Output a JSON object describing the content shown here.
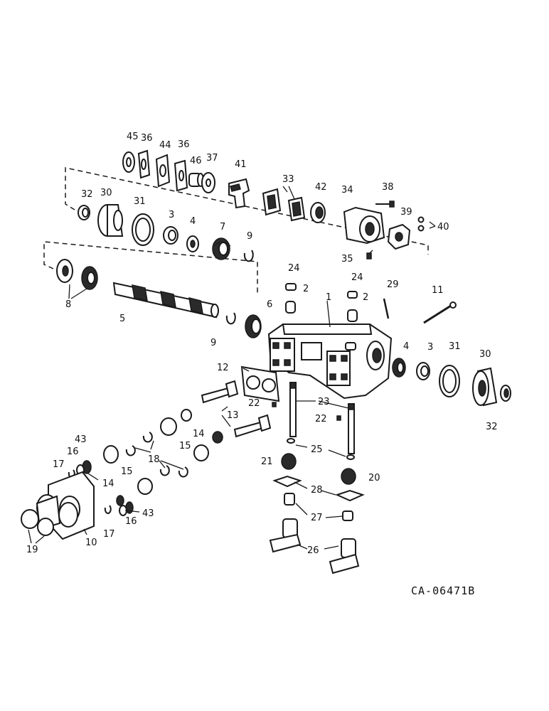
{
  "drawing_id": "CA-06471B",
  "callouts": [
    {
      "id": "c-45",
      "text": "45"
    },
    {
      "id": "c-36a",
      "text": "36"
    },
    {
      "id": "c-44",
      "text": "44"
    },
    {
      "id": "c-36b",
      "text": "36"
    },
    {
      "id": "c-46",
      "text": "46"
    },
    {
      "id": "c-37",
      "text": "37"
    },
    {
      "id": "c-41",
      "text": "41"
    },
    {
      "id": "c-33",
      "text": "33"
    },
    {
      "id": "c-42",
      "text": "42"
    },
    {
      "id": "c-34",
      "text": "34"
    },
    {
      "id": "c-38",
      "text": "38"
    },
    {
      "id": "c-39",
      "text": "39"
    },
    {
      "id": "c-40",
      "text": "40"
    },
    {
      "id": "c-32a",
      "text": "32"
    },
    {
      "id": "c-30a",
      "text": "30"
    },
    {
      "id": "c-31a",
      "text": "31"
    },
    {
      "id": "c-3a",
      "text": "3"
    },
    {
      "id": "c-4a",
      "text": "4"
    },
    {
      "id": "c-7",
      "text": "7"
    },
    {
      "id": "c-9a",
      "text": "9"
    },
    {
      "id": "c-35",
      "text": "35"
    },
    {
      "id": "c-24a",
      "text": "24"
    },
    {
      "id": "c-24b",
      "text": "24"
    },
    {
      "id": "c-29",
      "text": "29"
    },
    {
      "id": "c-11",
      "text": "11"
    },
    {
      "id": "c-2a",
      "text": "2"
    },
    {
      "id": "c-2b",
      "text": "2"
    },
    {
      "id": "c-1",
      "text": "1"
    },
    {
      "id": "c-8",
      "text": "8"
    },
    {
      "id": "c-5",
      "text": "5"
    },
    {
      "id": "c-9b",
      "text": "9"
    },
    {
      "id": "c-6",
      "text": "6"
    },
    {
      "id": "c-4b",
      "text": "4"
    },
    {
      "id": "c-3b",
      "text": "3"
    },
    {
      "id": "c-31b",
      "text": "31"
    },
    {
      "id": "c-30b",
      "text": "30"
    },
    {
      "id": "c-32b",
      "text": "32"
    },
    {
      "id": "c-12",
      "text": "12"
    },
    {
      "id": "c-22a",
      "text": "22"
    },
    {
      "id": "c-23",
      "text": "23"
    },
    {
      "id": "c-22b",
      "text": "22"
    },
    {
      "id": "c-13",
      "text": "13"
    },
    {
      "id": "c-14a",
      "text": "14"
    },
    {
      "id": "c-15a",
      "text": "15"
    },
    {
      "id": "c-25",
      "text": "25"
    },
    {
      "id": "c-43a",
      "text": "43"
    },
    {
      "id": "c-16a",
      "text": "16"
    },
    {
      "id": "c-17a",
      "text": "17"
    },
    {
      "id": "c-18",
      "text": "18"
    },
    {
      "id": "c-15b",
      "text": "15"
    },
    {
      "id": "c-21",
      "text": "21"
    },
    {
      "id": "c-20",
      "text": "20"
    },
    {
      "id": "c-14b",
      "text": "14"
    },
    {
      "id": "c-28",
      "text": "28"
    },
    {
      "id": "c-43b",
      "text": "43"
    },
    {
      "id": "c-16b",
      "text": "16"
    },
    {
      "id": "c-27",
      "text": "27"
    },
    {
      "id": "c-17b",
      "text": "17"
    },
    {
      "id": "c-10",
      "text": "10"
    },
    {
      "id": "c-19",
      "text": "19"
    },
    {
      "id": "c-26",
      "text": "26"
    }
  ]
}
